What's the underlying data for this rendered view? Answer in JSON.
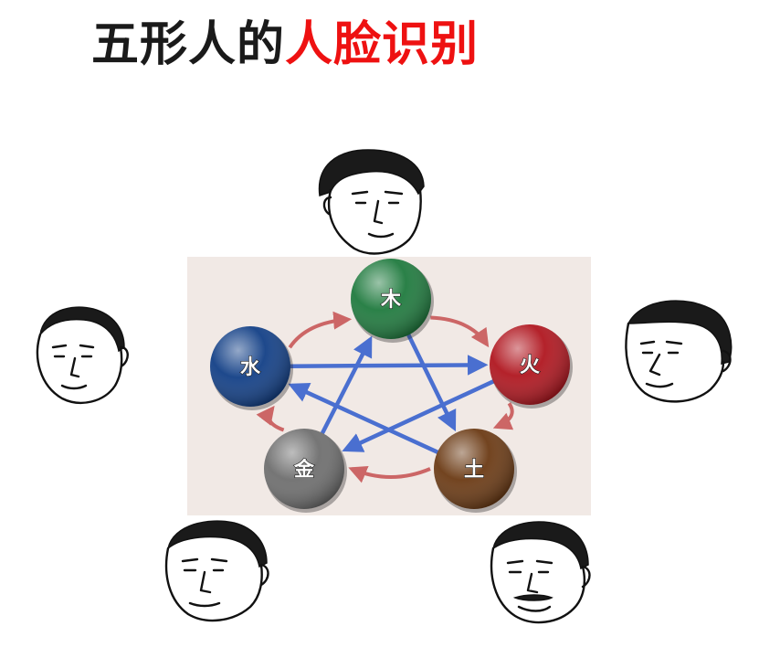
{
  "title": {
    "part1": "五形人的",
    "part2": "人脸识别",
    "colors": {
      "part1": "#1a1a1a",
      "part2": "#ee1111"
    }
  },
  "diagram": {
    "background": "#f1e9e5",
    "cycle_arrow_color": "#cc6666",
    "star_arrow_color": "#4a6fd0",
    "elements": [
      {
        "id": "wood",
        "label": "木",
        "color": "#1f7a3e"
      },
      {
        "id": "fire",
        "label": "火",
        "color": "#b0161f"
      },
      {
        "id": "earth",
        "label": "土",
        "color": "#6b3a14"
      },
      {
        "id": "metal",
        "label": "金",
        "color": "#6e6e6e"
      },
      {
        "id": "water",
        "label": "水",
        "color": "#123f86"
      }
    ]
  },
  "faces": [
    {
      "id": "top",
      "icon": "face-sketch-icon"
    },
    {
      "id": "left",
      "icon": "face-sketch-icon"
    },
    {
      "id": "right",
      "icon": "face-sketch-icon"
    },
    {
      "id": "bottom-left",
      "icon": "face-sketch-icon"
    },
    {
      "id": "bottom-right",
      "icon": "face-sketch-icon"
    }
  ]
}
